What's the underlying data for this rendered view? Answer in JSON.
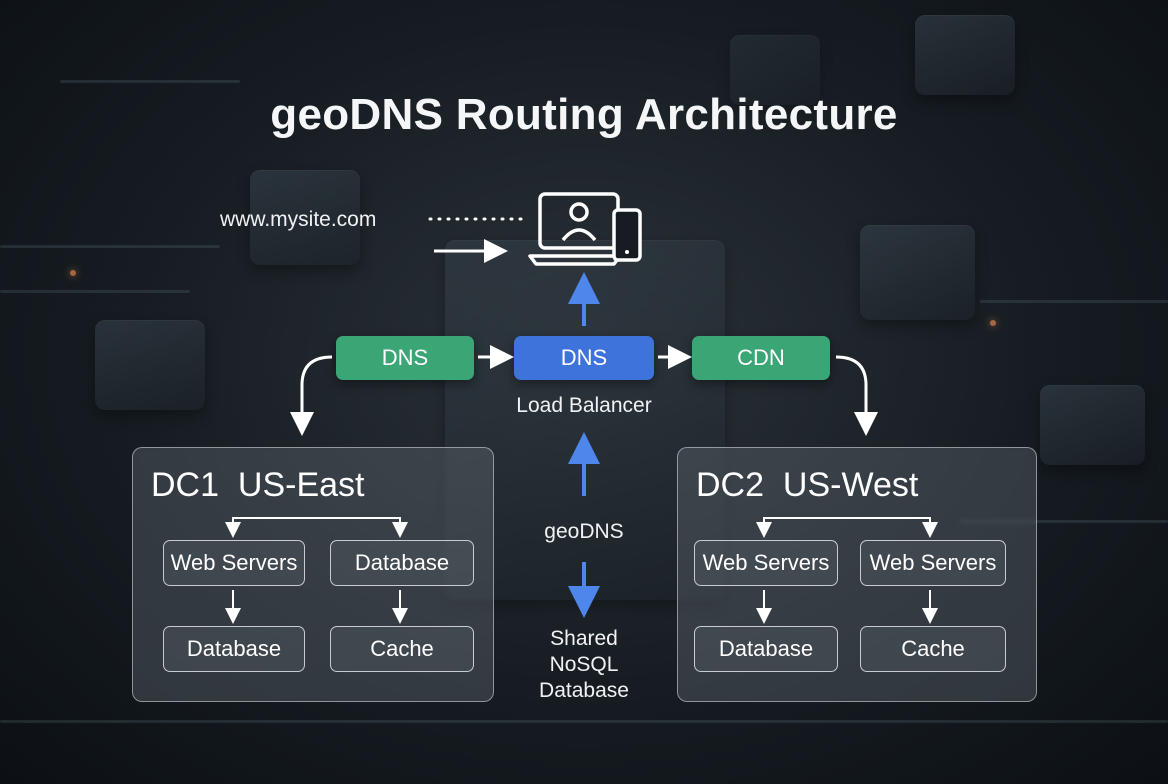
{
  "title": "geoDNS Routing Architecture",
  "client": {
    "domain": "www.mysite.com",
    "icon": "laptop-user-phone-icon"
  },
  "flow": {
    "dns_left": "DNS",
    "dns_center": "DNS",
    "load_balancer_label": "Load Balancer",
    "cdn": "CDN",
    "geodns_label": "geoDNS",
    "shared_db_label_line1": "Shared",
    "shared_db_label_line2": "NoSQL",
    "shared_db_label_line3": "Database"
  },
  "datacenters": [
    {
      "title": "DC1  US-East",
      "top_left": "Web Servers",
      "top_right": "Database",
      "bottom_left": "Database",
      "bottom_right": "Cache"
    },
    {
      "title": "DC2  US-West",
      "top_left": "Web Servers",
      "top_right": "Web Servers",
      "bottom_left": "Database",
      "bottom_right": "Cache"
    }
  ],
  "colors": {
    "green": "#3aa676",
    "blue": "#3e73dc",
    "arrow_blue": "#4f86ec",
    "white": "#ffffff"
  }
}
